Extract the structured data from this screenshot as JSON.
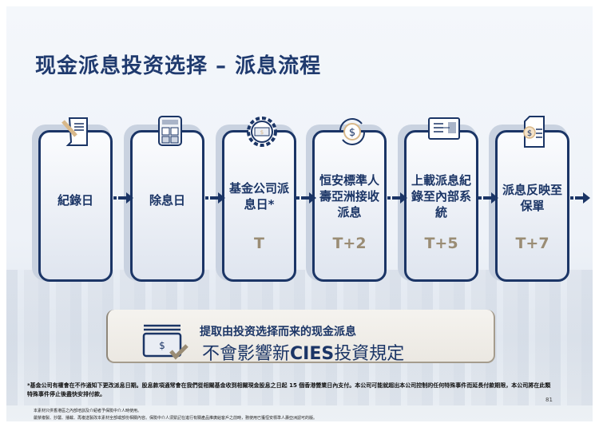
{
  "title": "现金派息投资选择 – 派息流程",
  "steps": [
    {
      "label": "紀錄日",
      "timing": "",
      "icon": "document-pen-icon"
    },
    {
      "label": "除息日",
      "timing": "",
      "icon": "calculator-icon"
    },
    {
      "label": "基金公司派息日*",
      "timing": "T",
      "icon": "gear-money-icon"
    },
    {
      "label": "恒安標準人壽亞洲接收派息",
      "timing": "T+2",
      "icon": "dollar-cycle-icon"
    },
    {
      "label": "上載派息紀錄至內部系統",
      "timing": "T+5",
      "icon": "upload-record-icon"
    },
    {
      "label": "派息反映至保單",
      "timing": "T+7",
      "icon": "dollar-document-icon"
    }
  ],
  "note": {
    "line1": "提取由投资选择而来的现金派息",
    "line2_prefix": "不會影響新",
    "line2_bold": "CIES",
    "line2_suffix": "投資規定",
    "icon": "cash-check-icon"
  },
  "footnote": "*基金公司有權會在不作通知下更改派息日期。股息款項通常會在我們從相關基金收到相關現金股息之日起 15 個香港營業日內支付。本公司可能就超出本公司控制的任何特殊事件而延長付款期限，本公司將在此類特殊事件停止後盡快安排付款。",
  "page_number": "81",
  "disclaimer": [
    "本素材只供香港區之內部培訓及介紹者予保險中介人時使用。",
    "嚴禁複製、抄襲、播載、再複送製改本素材全部或部份相關內容。保險中介人須緊記在進行有關產品推廣給客戶之前時，務使用已獲恒安標準人壽亞洲認可的版。"
  ],
  "colors": {
    "navy": "#1b3566",
    "tan": "#9a8c74"
  }
}
